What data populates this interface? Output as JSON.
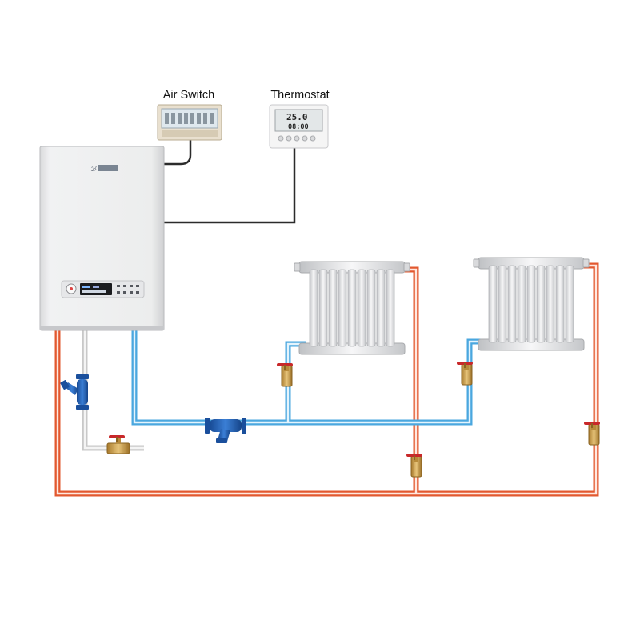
{
  "labels": {
    "air_switch": "Air Switch",
    "thermostat": "Thermostat"
  },
  "thermostat_display": {
    "temperature": "25.0",
    "time": "08:00"
  },
  "colors": {
    "hot_pipe": "#e2582f",
    "cold_pipe": "#4aa7df",
    "return_pipe": "#c8c8c8",
    "valve_blue": "#1e5fb8",
    "brass": "#c9a14a",
    "handle_red": "#c8282a"
  }
}
